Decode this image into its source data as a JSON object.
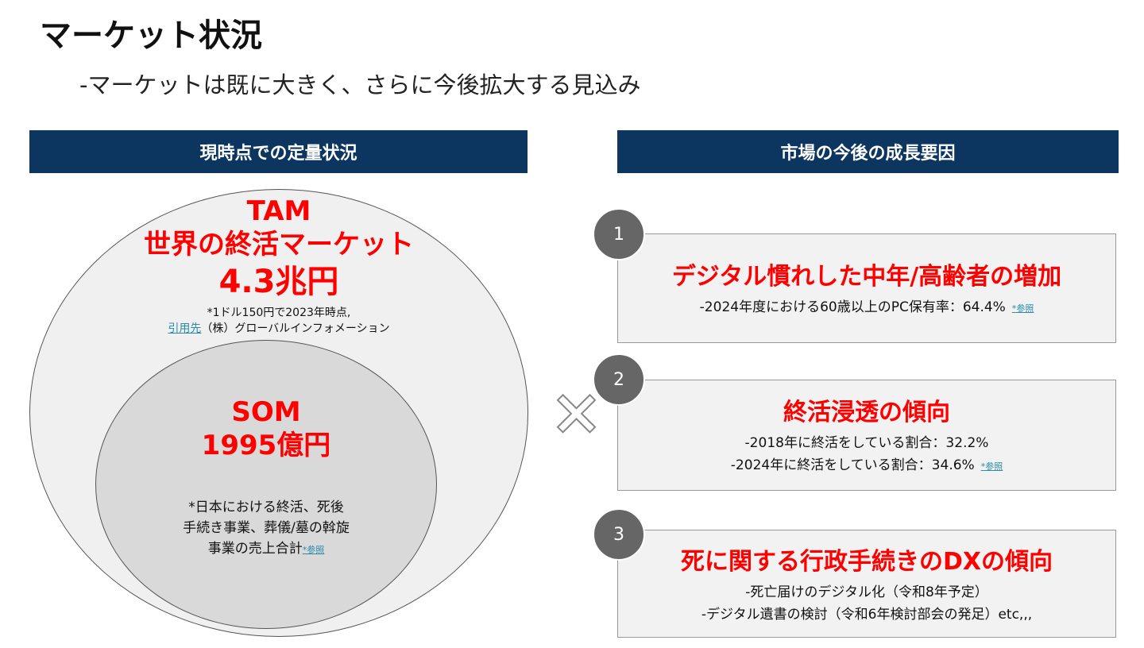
{
  "title": "マーケット状況",
  "subtitle": "-マーケットは既に大きく、さらに今後拡大する見込み",
  "left_header": "現時点での定量状況",
  "right_header": "市場の今後の成長要因",
  "tam": {
    "label": "TAM",
    "name": "世界の終活マーケット",
    "value": "4.3兆円",
    "note1": "*1ドル150円で2023年時点,",
    "source_link": "引用先",
    "source": "（株）グローバルインフォメーション"
  },
  "som": {
    "label": "SOM",
    "value": "1995億円",
    "note": "*日本における終活、死後手続き事業、葬儀/墓の斡旋事業の売上合計",
    "ref": "*参照"
  },
  "cross": "×",
  "factors": [
    {
      "num": "1",
      "title": "デジタル慣れした中年/高齢者の増加",
      "lines": [
        "-2024年度における60歳以上のPC保有率：64.4%"
      ],
      "ref": "*参照"
    },
    {
      "num": "2",
      "title": "終活浸透の傾向",
      "lines": [
        "-2018年に終活をしている割合：32.2%",
        "-2024年に終活をしている割合：34.6%"
      ],
      "ref": "*参照"
    },
    {
      "num": "3",
      "title": "死に関する行政手続きのDXの傾向",
      "lines": [
        "-死亡届けのデジタル化（令和8年予定）",
        "-デジタル遺書の検討（令和6年検討部会の発足）etc,,,"
      ]
    }
  ]
}
